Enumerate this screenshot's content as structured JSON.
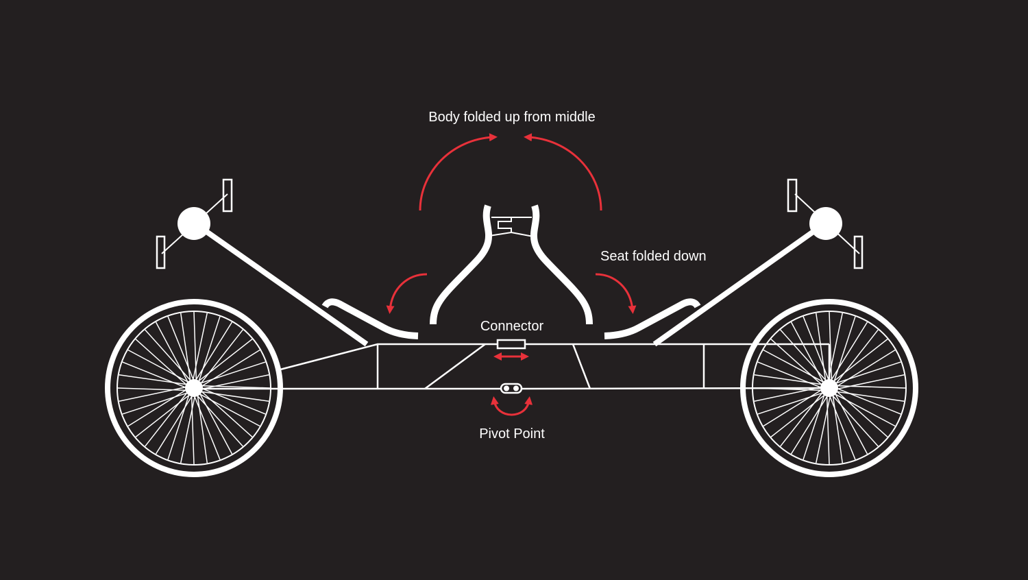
{
  "labels": {
    "body_fold": "Body folded up from middle",
    "seat_fold": "Seat folded down",
    "connector": "Connector",
    "pivot": "Pivot Point"
  },
  "colors": {
    "background": "#231f20",
    "line": "#ffffff",
    "arrow": "#e8313a"
  },
  "wheel_spoke_count": 36
}
